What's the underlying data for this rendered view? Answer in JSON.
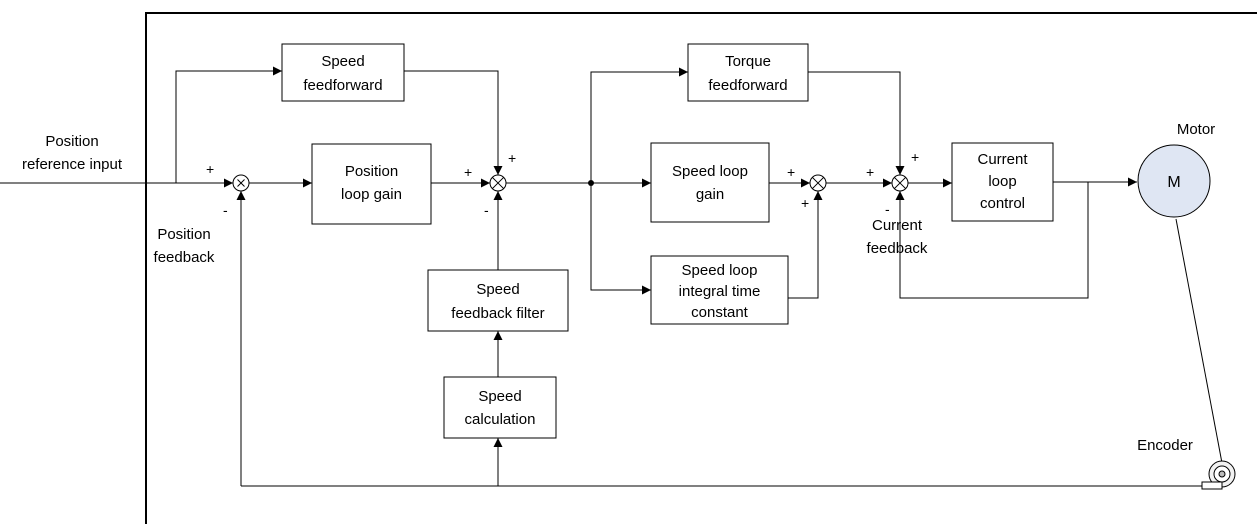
{
  "inputs": {
    "position_reference": [
      "Position",
      "reference input"
    ],
    "position_feedback": [
      "Position",
      "feedback"
    ],
    "current_feedback": [
      "Current",
      "feedback"
    ]
  },
  "blocks": {
    "speed_feedforward": [
      "Speed",
      "feedforward"
    ],
    "position_loop_gain": [
      "Position",
      "loop gain"
    ],
    "speed_feedback_filter": [
      "Speed",
      "feedback filter"
    ],
    "speed_calculation": [
      "Speed",
      "calculation"
    ],
    "torque_feedforward": [
      "Torque",
      "feedforward"
    ],
    "speed_loop_gain": [
      "Speed loop",
      "gain"
    ],
    "speed_loop_integral": [
      "Speed loop",
      "integral time",
      "constant"
    ],
    "current_loop_control": [
      "Current",
      "loop",
      "control"
    ]
  },
  "signs": {
    "sum1_plus": "+",
    "sum1_minus": "-",
    "sum2_plus_left": "+",
    "sum2_plus_top": "+",
    "sum2_minus": "-",
    "sum3_plus_left": "+",
    "sum3_plus_bottom": "+",
    "sum4_plus_left": "+",
    "sum4_plus_top": "+",
    "sum4_minus": "-"
  },
  "motor": {
    "label": "Motor",
    "symbol": "M",
    "fill_color": "#dfe6f3"
  },
  "encoder": {
    "label": "Encoder",
    "icon": "encoder-icon"
  }
}
